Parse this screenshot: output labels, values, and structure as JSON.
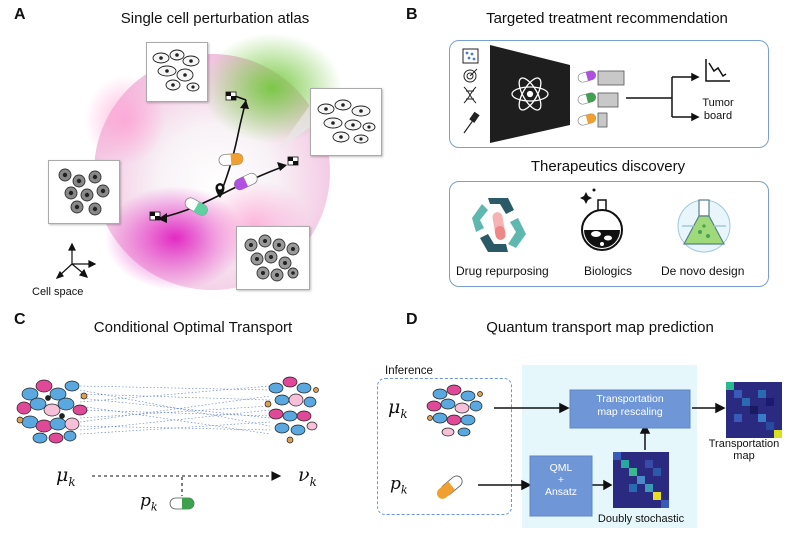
{
  "panels": {
    "A": {
      "letter": "A",
      "title": "Single cell perturbation atlas",
      "axis_label": "Cell space"
    },
    "B": {
      "letter": "B",
      "title": "Targeted treatment recommendation",
      "outcome": "Tumor\nboard",
      "discovery_title": "Therapeutics discovery",
      "discovery_items": [
        "Drug repurposing",
        "Biologics",
        "De novo design"
      ]
    },
    "C": {
      "letter": "C",
      "title": "Conditional Optimal Transport",
      "mu": "μ",
      "mu_sub": "k",
      "nu": "ν",
      "nu_sub": "k",
      "p": "p",
      "p_sub": "k"
    },
    "D": {
      "letter": "D",
      "title": "Quantum transport map prediction",
      "inference": "Inference",
      "mu": "μ",
      "mu_sub": "k",
      "p": "p",
      "p_sub": "k",
      "rescaling": "Transportation\nmap rescaling",
      "qml": "QML\n+\nAnsatz",
      "doubly": "Doubly stochastic",
      "map_label": "Transportation\nmap"
    }
  },
  "colors": {
    "accent_blue": "#7a9fd4",
    "green": "#7ccd5a",
    "magenta": "#e040c0",
    "pill_orange": "#f0a030",
    "pill_purple": "#b050e0",
    "pill_green": "#3fa050",
    "light_cyan": "#e6f7fb",
    "box_blue": "#6f97d8"
  }
}
